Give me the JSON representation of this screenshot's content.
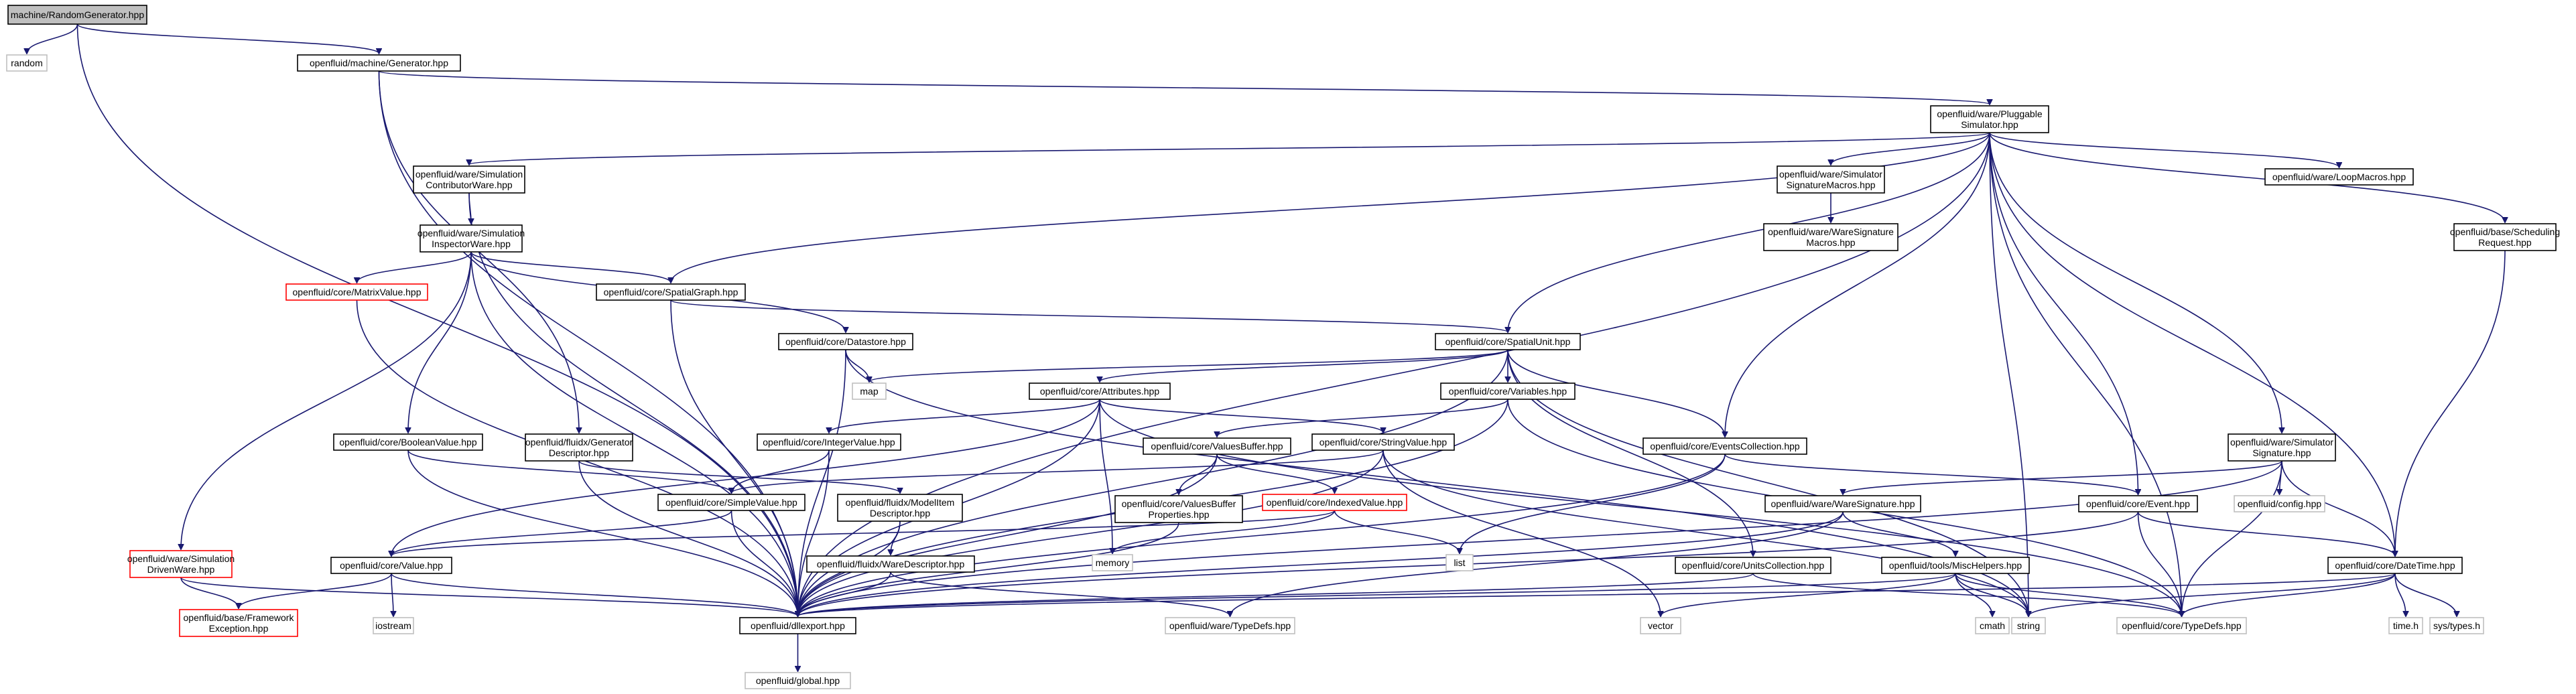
{
  "colors": {
    "background": "#ffffff",
    "node_border": "#000000",
    "node_fill": "#ffffff",
    "root_fill": "#bfbfbf",
    "root_border": "#000000",
    "system_border": "#bfbfbf",
    "system_text": "#7f7f7f",
    "incomplete_border": "#ff0000",
    "edge": "#191970"
  },
  "nodes": [
    {
      "id": "root",
      "kind": "root",
      "lines": [
        "machine/RandomGenerator.hpp"
      ]
    },
    {
      "id": "random",
      "kind": "system",
      "lines": [
        "random"
      ]
    },
    {
      "id": "generator",
      "kind": "normal",
      "lines": [
        "openfluid/machine/Generator.hpp"
      ]
    },
    {
      "id": "pluggable",
      "kind": "normal",
      "lines": [
        "openfluid/ware/Pluggable",
        "Simulator.hpp"
      ]
    },
    {
      "id": "contribware",
      "kind": "normal",
      "lines": [
        "openfluid/ware/Simulation",
        "ContributorWare.hpp"
      ]
    },
    {
      "id": "simsigmacros",
      "kind": "normal",
      "lines": [
        "openfluid/ware/Simulator",
        "SignatureMacros.hpp"
      ]
    },
    {
      "id": "loopmacros",
      "kind": "normal",
      "lines": [
        "openfluid/ware/LoopMacros.hpp"
      ]
    },
    {
      "id": "scheduling",
      "kind": "normal",
      "lines": [
        "openfluid/base/Scheduling",
        "Request.hpp"
      ]
    },
    {
      "id": "waresigmacros",
      "kind": "normal",
      "lines": [
        "openfluid/ware/WareSignature",
        "Macros.hpp"
      ]
    },
    {
      "id": "inspectorware",
      "kind": "normal",
      "lines": [
        "openfluid/ware/Simulation",
        "InspectorWare.hpp"
      ]
    },
    {
      "id": "matrixvalue",
      "kind": "incomplete",
      "lines": [
        "openfluid/core/MatrixValue.hpp"
      ]
    },
    {
      "id": "spatialgraph",
      "kind": "normal",
      "lines": [
        "openfluid/core/SpatialGraph.hpp"
      ]
    },
    {
      "id": "spatialunit",
      "kind": "normal",
      "lines": [
        "openfluid/core/SpatialUnit.hpp"
      ]
    },
    {
      "id": "datastore",
      "kind": "normal",
      "lines": [
        "openfluid/core/Datastore.hpp"
      ]
    },
    {
      "id": "map",
      "kind": "system",
      "lines": [
        "map"
      ]
    },
    {
      "id": "attributes",
      "kind": "normal",
      "lines": [
        "openfluid/core/Attributes.hpp"
      ]
    },
    {
      "id": "variables",
      "kind": "normal",
      "lines": [
        "openfluid/core/Variables.hpp"
      ]
    },
    {
      "id": "booleanvalue",
      "kind": "normal",
      "lines": [
        "openfluid/core/BooleanValue.hpp"
      ]
    },
    {
      "id": "gendescriptor",
      "kind": "normal",
      "lines": [
        "openfluid/fluidx/Generator",
        "Descriptor.hpp"
      ]
    },
    {
      "id": "integervalue",
      "kind": "normal",
      "lines": [
        "openfluid/core/IntegerValue.hpp"
      ]
    },
    {
      "id": "stringvalue",
      "kind": "normal",
      "lines": [
        "openfluid/core/StringValue.hpp"
      ]
    },
    {
      "id": "valuesbuffer",
      "kind": "normal",
      "lines": [
        "openfluid/core/ValuesBuffer.hpp"
      ]
    },
    {
      "id": "eventscollection",
      "kind": "normal",
      "lines": [
        "openfluid/core/EventsCollection.hpp"
      ]
    },
    {
      "id": "simsignature",
      "kind": "normal",
      "lines": [
        "openfluid/ware/Simulator",
        "Signature.hpp"
      ]
    },
    {
      "id": "simplevalue",
      "kind": "normal",
      "lines": [
        "openfluid/core/SimpleValue.hpp"
      ]
    },
    {
      "id": "modelitem",
      "kind": "normal",
      "lines": [
        "openfluid/fluidx/ModelItem",
        "Descriptor.hpp"
      ]
    },
    {
      "id": "vbprops",
      "kind": "normal",
      "lines": [
        "openfluid/core/ValuesBuffer",
        "Properties.hpp"
      ]
    },
    {
      "id": "indexedvalue",
      "kind": "incomplete",
      "lines": [
        "openfluid/core/IndexedValue.hpp"
      ]
    },
    {
      "id": "waresignature",
      "kind": "normal",
      "lines": [
        "openfluid/ware/WareSignature.hpp"
      ]
    },
    {
      "id": "event",
      "kind": "normal",
      "lines": [
        "openfluid/core/Event.hpp"
      ]
    },
    {
      "id": "config",
      "kind": "system",
      "lines": [
        "openfluid/config.hpp"
      ]
    },
    {
      "id": "drivenware",
      "kind": "incomplete",
      "lines": [
        "openfluid/ware/Simulation",
        "DrivenWare.hpp"
      ]
    },
    {
      "id": "value",
      "kind": "normal",
      "lines": [
        "openfluid/core/Value.hpp"
      ]
    },
    {
      "id": "waredescriptor",
      "kind": "normal",
      "lines": [
        "openfluid/fluidx/WareDescriptor.hpp"
      ]
    },
    {
      "id": "memory",
      "kind": "system",
      "lines": [
        "memory"
      ]
    },
    {
      "id": "list",
      "kind": "system",
      "lines": [
        "list"
      ]
    },
    {
      "id": "unitscollection",
      "kind": "normal",
      "lines": [
        "openfluid/core/UnitsCollection.hpp"
      ]
    },
    {
      "id": "mischelpers",
      "kind": "normal",
      "lines": [
        "openfluid/tools/MiscHelpers.hpp"
      ]
    },
    {
      "id": "datetime",
      "kind": "normal",
      "lines": [
        "openfluid/core/DateTime.hpp"
      ]
    },
    {
      "id": "framework",
      "kind": "incomplete",
      "lines": [
        "openfluid/base/Framework",
        "Exception.hpp"
      ]
    },
    {
      "id": "iostream",
      "kind": "system",
      "lines": [
        "iostream"
      ]
    },
    {
      "id": "dllexport",
      "kind": "normal",
      "lines": [
        "openfluid/dllexport.hpp"
      ]
    },
    {
      "id": "waretypedefs",
      "kind": "system",
      "lines": [
        "openfluid/ware/TypeDefs.hpp"
      ]
    },
    {
      "id": "vector",
      "kind": "system",
      "lines": [
        "vector"
      ]
    },
    {
      "id": "cmath",
      "kind": "system",
      "lines": [
        "cmath"
      ]
    },
    {
      "id": "string",
      "kind": "system",
      "lines": [
        "string"
      ]
    },
    {
      "id": "coretypedefs",
      "kind": "system",
      "lines": [
        "openfluid/core/TypeDefs.hpp"
      ]
    },
    {
      "id": "timeh",
      "kind": "system",
      "lines": [
        "time.h"
      ]
    },
    {
      "id": "systypes",
      "kind": "system",
      "lines": [
        "sys/types.h"
      ]
    },
    {
      "id": "global",
      "kind": "system",
      "lines": [
        "openfluid/global.hpp"
      ]
    }
  ],
  "edges": [
    [
      "root",
      "random"
    ],
    [
      "root",
      "generator"
    ],
    [
      "root",
      "dllexport"
    ],
    [
      "generator",
      "pluggable"
    ],
    [
      "generator",
      "gendescriptor"
    ],
    [
      "generator",
      "dllexport"
    ],
    [
      "pluggable",
      "contribware"
    ],
    [
      "pluggable",
      "simsigmacros"
    ],
    [
      "pluggable",
      "loopmacros"
    ],
    [
      "pluggable",
      "scheduling"
    ],
    [
      "pluggable",
      "spatialgraph"
    ],
    [
      "pluggable",
      "spatialunit"
    ],
    [
      "pluggable",
      "eventscollection"
    ],
    [
      "pluggable",
      "simsignature"
    ],
    [
      "pluggable",
      "event"
    ],
    [
      "pluggable",
      "datetime"
    ],
    [
      "pluggable",
      "string"
    ],
    [
      "pluggable",
      "coretypedefs"
    ],
    [
      "pluggable",
      "dllexport"
    ],
    [
      "contribware",
      "inspectorware"
    ],
    [
      "contribware",
      "dllexport"
    ],
    [
      "simsigmacros",
      "waresigmacros"
    ],
    [
      "scheduling",
      "datetime"
    ],
    [
      "inspectorware",
      "matrixvalue"
    ],
    [
      "inspectorware",
      "spatialgraph"
    ],
    [
      "inspectorware",
      "datastore"
    ],
    [
      "inspectorware",
      "booleanvalue"
    ],
    [
      "inspectorware",
      "drivenware"
    ],
    [
      "inspectorware",
      "dllexport"
    ],
    [
      "matrixvalue",
      "dllexport"
    ],
    [
      "spatialgraph",
      "spatialunit"
    ],
    [
      "spatialgraph",
      "dllexport"
    ],
    [
      "datastore",
      "map"
    ],
    [
      "datastore",
      "string"
    ],
    [
      "datastore",
      "dllexport"
    ],
    [
      "spatialunit",
      "map"
    ],
    [
      "spatialunit",
      "attributes"
    ],
    [
      "spatialunit",
      "variables"
    ],
    [
      "spatialunit",
      "eventscollection"
    ],
    [
      "spatialunit",
      "unitscollection"
    ],
    [
      "spatialunit",
      "string"
    ],
    [
      "spatialunit",
      "dllexport"
    ],
    [
      "attributes",
      "integervalue"
    ],
    [
      "attributes",
      "stringvalue"
    ],
    [
      "attributes",
      "value"
    ],
    [
      "attributes",
      "memory"
    ],
    [
      "attributes",
      "coretypedefs"
    ],
    [
      "attributes",
      "dllexport"
    ],
    [
      "variables",
      "valuesbuffer"
    ],
    [
      "variables",
      "coretypedefs"
    ],
    [
      "variables",
      "dllexport"
    ],
    [
      "booleanvalue",
      "simplevalue"
    ],
    [
      "booleanvalue",
      "dllexport"
    ],
    [
      "gendescriptor",
      "modelitem"
    ],
    [
      "gendescriptor",
      "dllexport"
    ],
    [
      "integervalue",
      "simplevalue"
    ],
    [
      "integervalue",
      "dllexport"
    ],
    [
      "stringvalue",
      "simplevalue"
    ],
    [
      "stringvalue",
      "vector"
    ],
    [
      "stringvalue",
      "string"
    ],
    [
      "stringvalue",
      "dllexport"
    ],
    [
      "valuesbuffer",
      "vbprops"
    ],
    [
      "valuesbuffer",
      "indexedvalue"
    ],
    [
      "valuesbuffer",
      "dllexport"
    ],
    [
      "eventscollection",
      "event"
    ],
    [
      "eventscollection",
      "list"
    ],
    [
      "eventscollection",
      "dllexport"
    ],
    [
      "simsignature",
      "waresignature"
    ],
    [
      "simsignature",
      "config"
    ],
    [
      "simsignature",
      "datetime"
    ],
    [
      "simsignature",
      "coretypedefs"
    ],
    [
      "simsignature",
      "dllexport"
    ],
    [
      "simplevalue",
      "value"
    ],
    [
      "simplevalue",
      "dllexport"
    ],
    [
      "modelitem",
      "waredescriptor"
    ],
    [
      "modelitem",
      "dllexport"
    ],
    [
      "vbprops",
      "dllexport"
    ],
    [
      "indexedvalue",
      "value"
    ],
    [
      "indexedvalue",
      "list"
    ],
    [
      "indexedvalue",
      "memory"
    ],
    [
      "waresignature",
      "mischelpers"
    ],
    [
      "waresignature",
      "waretypedefs"
    ],
    [
      "waresignature",
      "dllexport"
    ],
    [
      "event",
      "datetime"
    ],
    [
      "event",
      "coretypedefs"
    ],
    [
      "event",
      "dllexport"
    ],
    [
      "drivenware",
      "framework"
    ],
    [
      "drivenware",
      "dllexport"
    ],
    [
      "value",
      "iostream"
    ],
    [
      "value",
      "framework"
    ],
    [
      "value",
      "dllexport"
    ],
    [
      "waredescriptor",
      "waretypedefs"
    ],
    [
      "waredescriptor",
      "dllexport"
    ],
    [
      "unitscollection",
      "dllexport"
    ],
    [
      "unitscollection",
      "coretypedefs"
    ],
    [
      "mischelpers",
      "vector"
    ],
    [
      "mischelpers",
      "cmath"
    ],
    [
      "mischelpers",
      "string"
    ],
    [
      "mischelpers",
      "coretypedefs"
    ],
    [
      "mischelpers",
      "dllexport"
    ],
    [
      "datetime",
      "string"
    ],
    [
      "datetime",
      "timeh"
    ],
    [
      "datetime",
      "systypes"
    ],
    [
      "datetime",
      "coretypedefs"
    ],
    [
      "datetime",
      "dllexport"
    ],
    [
      "dllexport",
      "global"
    ]
  ]
}
